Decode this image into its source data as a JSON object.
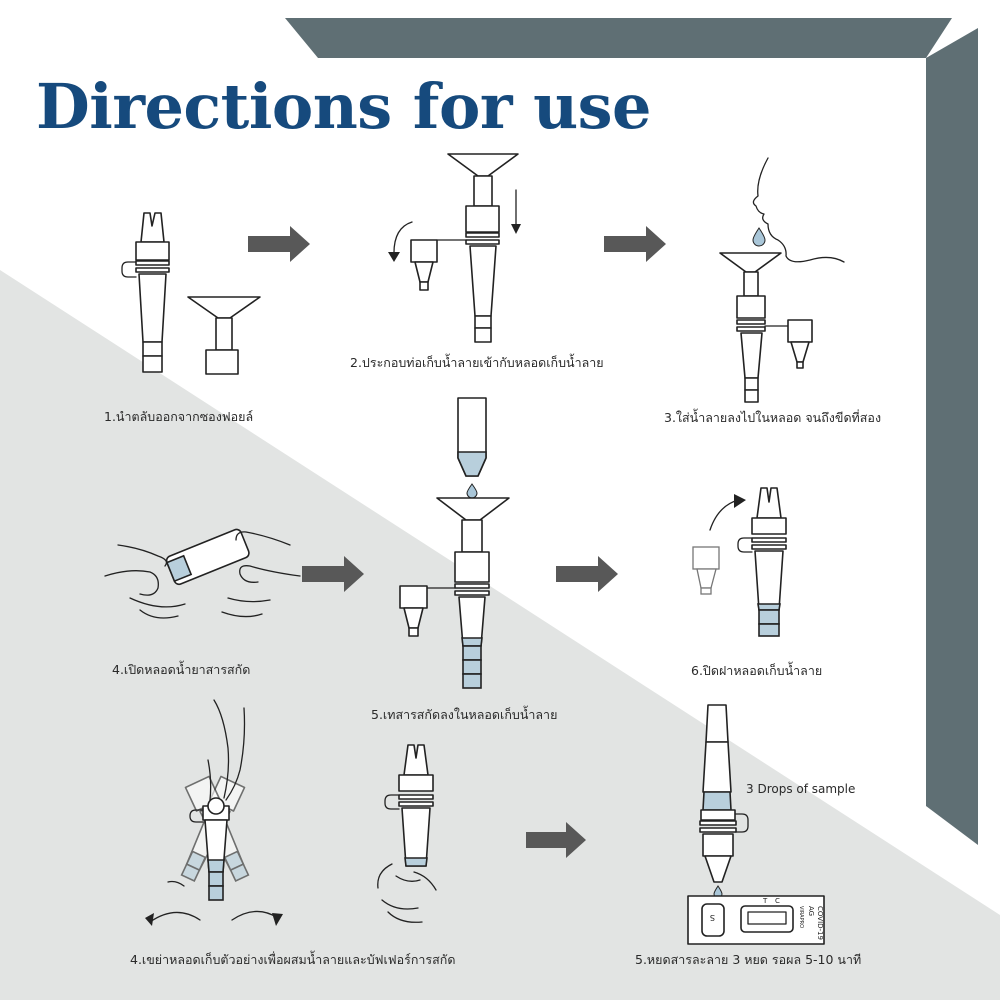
{
  "title": "Directions for use",
  "colors": {
    "title": "#164a7d",
    "frame": "#5f6f74",
    "background_lower": "#e2e4e3",
    "liquid": "#b8cfdc",
    "arrow": "#585858"
  },
  "steps": [
    {
      "caption": "1.นำตลับออกจากซองฟอยล์"
    },
    {
      "caption": "2.ประกอบท่อเก็บน้ำลายเข้ากับหลอดเก็บน้ำลาย"
    },
    {
      "caption": "3.ใส่น้ำลายลงไปในหลอด จนถึงขีดที่สอง"
    },
    {
      "caption": "4.เปิดหลอดน้ำยาสารสกัด"
    },
    {
      "caption": "5.เทสารสกัดลงในหลอดเก็บน้ำลาย"
    },
    {
      "caption": "6.ปิดฝาหลอดเก็บน้ำลาย"
    },
    {
      "caption": "4.เขย่าหลอดเก็บตัวอย่างเพื่อผสมน้ำลายและบัฟเฟอร์การสกัด"
    },
    {
      "caption": "5.หยดสารละลาย 3 หยด รอผล 5-10 นาที"
    }
  ],
  "annotations": {
    "drops": "3 Drops of sample"
  },
  "test_cassette": {
    "product": "COVID-19",
    "ag": "AG",
    "brand": "VIRAPRO",
    "c_mark": "C",
    "t_mark": "T",
    "s_mark": "S"
  }
}
